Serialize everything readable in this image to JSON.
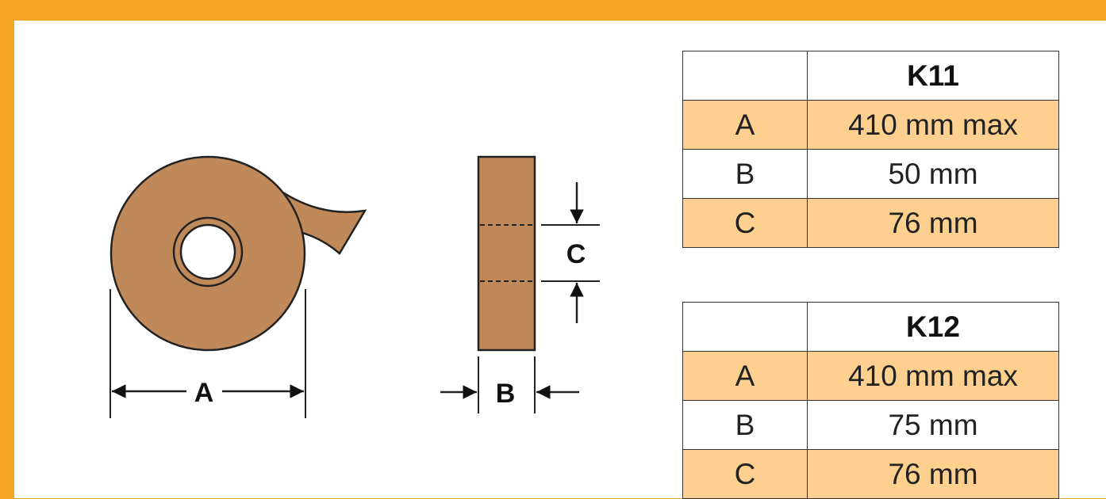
{
  "diagram": {
    "label_a": "A",
    "label_b": "B",
    "label_c": "C",
    "tape_color": "#c0895a",
    "border_color": "#f5a623"
  },
  "tables": [
    {
      "header": "K11",
      "rows": [
        {
          "key": "A",
          "value": "410 mm max"
        },
        {
          "key": "B",
          "value": "50 mm"
        },
        {
          "key": "C",
          "value": "76 mm"
        }
      ]
    },
    {
      "header": "K12",
      "rows": [
        {
          "key": "A",
          "value": "410 mm max"
        },
        {
          "key": "B",
          "value": "75 mm"
        },
        {
          "key": "C",
          "value": "76 mm"
        }
      ]
    }
  ]
}
